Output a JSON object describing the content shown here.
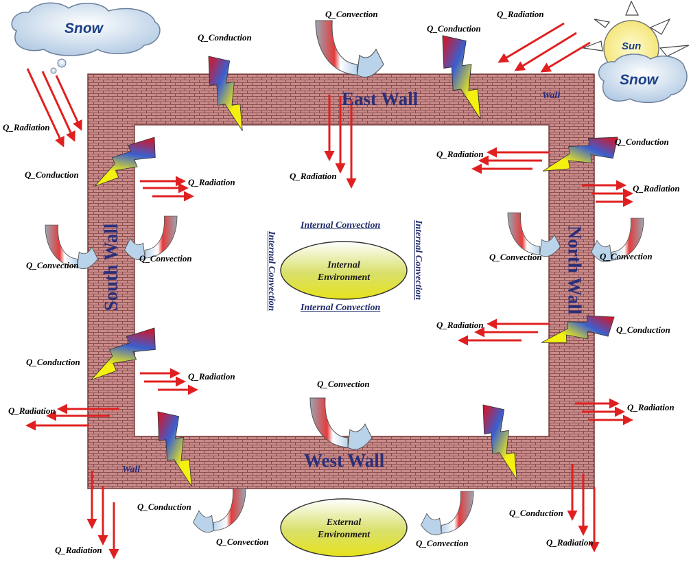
{
  "walls": {
    "east": "East Wall",
    "west": "West Wall",
    "south": "South Wall",
    "north": "North Wall",
    "wall_tag_top": "Wall",
    "wall_tag_bottom": "Wall"
  },
  "weather": {
    "snow_left": "Snow",
    "sun": "Sun",
    "snow_right": "Snow"
  },
  "environments": {
    "internal": "Internal Environment",
    "external": "External Environment"
  },
  "internal_convection": {
    "top": "Internal Convection",
    "bottom": "Internal Convection",
    "left": "Internal Convection",
    "right": "Internal Convection"
  },
  "labels": {
    "q_convection": "Q_Convection",
    "q_conduction": "Q_Conduction",
    "q_radiation": "Q_Radiation"
  },
  "colors": {
    "wall_brick": "#b77474",
    "arrow_red": "#e02020",
    "wall_text": "#2a2f7a",
    "env_yellow": "#e6e21c"
  }
}
